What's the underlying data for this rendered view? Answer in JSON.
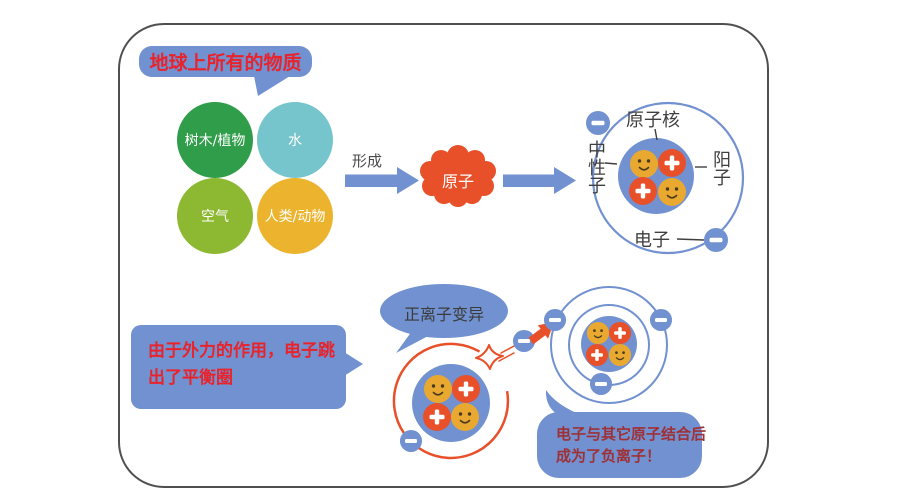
{
  "diagram": {
    "top_banner": {
      "text": "地球上所有的物质"
    },
    "matter_circles": [
      {
        "label": "树木/植物",
        "color": "#2f9d49"
      },
      {
        "label": "水",
        "color": "#76c5cd"
      },
      {
        "label": "空气",
        "color": "#8db832"
      },
      {
        "label": "人类/动物",
        "color": "#ecb42e"
      }
    ],
    "forms_label": "形成",
    "atom_cloud": {
      "label": "原子"
    },
    "atom_structure_labels": {
      "nucleus": "原子核",
      "neutron": "中性子",
      "proton": "阳子",
      "electron": "电子"
    },
    "particle_symbols": {
      "proton": "+",
      "electron": "−",
      "neutron": "smiley-face"
    },
    "bottom_banner": {
      "line1": "由于外力的作用，电子跳",
      "line2": "出了平衡圈"
    },
    "positive_ion_bubble": {
      "text": "正离子变异"
    },
    "negative_ion_bubble": {
      "line1": "电子与其它原子结合后",
      "line2": "成为了负离子！"
    },
    "colors": {
      "banner_blue": "#7191d0",
      "red_text": "#e8232b",
      "dark_red_text": "#9e3036",
      "orange_red": "#e8502a",
      "neutron_yellow": "#e9a930",
      "green": "#2f9d49",
      "teal": "#76c5cd",
      "yellow_green": "#8db832",
      "yellow": "#ecb42e",
      "label_gray": "#3f3f3f",
      "frame_gray": "#4f4f4f"
    }
  }
}
